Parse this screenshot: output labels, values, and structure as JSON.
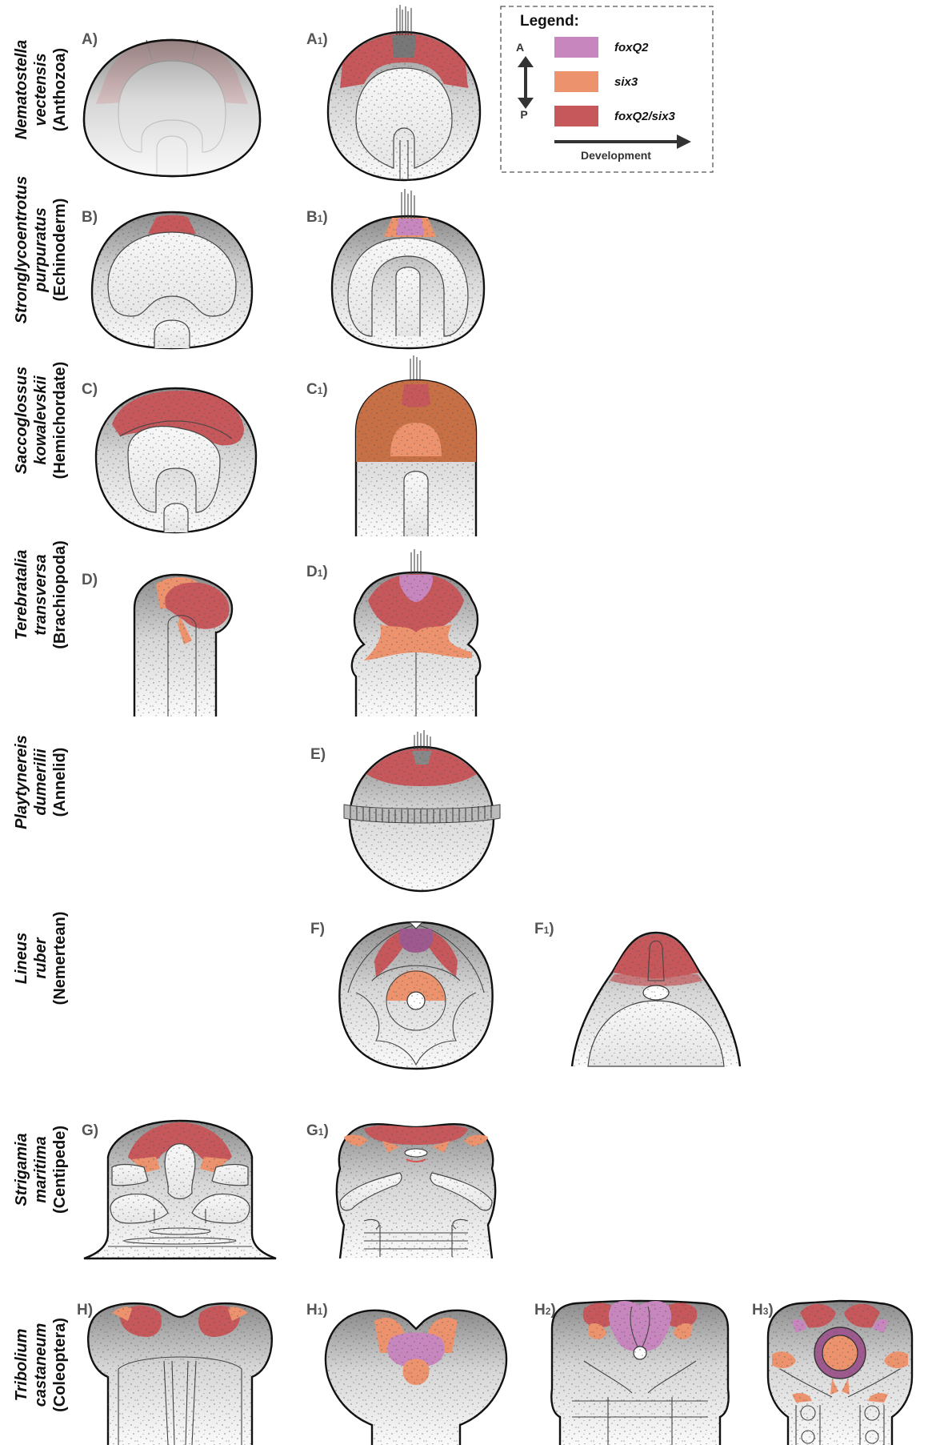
{
  "legend": {
    "title": "Legend:",
    "axis_anterior": "A",
    "axis_posterior": "P",
    "development": "Development",
    "entries": [
      {
        "label": "foxQ2",
        "color": "#c886bf"
      },
      {
        "label": "six3",
        "color": "#ec936d"
      },
      {
        "label": "foxQ2/six3",
        "color": "#c6575a"
      }
    ]
  },
  "rows": [
    {
      "species": [
        "Nematostella",
        "vectensis"
      ],
      "group": "(Anthozoa)",
      "panels": [
        {
          "letter": "A",
          "sub": ""
        },
        {
          "letter": "A",
          "sub": "1"
        }
      ]
    },
    {
      "species": [
        "Stronglycoentrotus",
        "purpuratus"
      ],
      "group": "(Echinoderm)",
      "panels": [
        {
          "letter": "B",
          "sub": ""
        },
        {
          "letter": "B",
          "sub": "1"
        }
      ]
    },
    {
      "species": [
        "Saccoglossus",
        "kowalevskii"
      ],
      "group": "(Hemichordate)",
      "panels": [
        {
          "letter": "C",
          "sub": ""
        },
        {
          "letter": "C",
          "sub": "1"
        }
      ]
    },
    {
      "species": [
        "Terebratalia",
        "transversa"
      ],
      "group": "(Brachiopoda)",
      "panels": [
        {
          "letter": "D",
          "sub": ""
        },
        {
          "letter": "D",
          "sub": "1"
        }
      ]
    },
    {
      "species": [
        "Playtynereis",
        "dumerilii"
      ],
      "group": "(Annelid)",
      "panels": [
        {
          "letter": "E",
          "sub": ""
        }
      ]
    },
    {
      "species": [
        "Lineus",
        "ruber"
      ],
      "group": "(Nemertean)",
      "panels": [
        {
          "letter": "F",
          "sub": ""
        },
        {
          "letter": "F",
          "sub": "1"
        }
      ]
    },
    {
      "species": [
        "Strigamia",
        "maritima"
      ],
      "group": "(Centipede)",
      "panels": [
        {
          "letter": "G",
          "sub": ""
        },
        {
          "letter": "G",
          "sub": "1"
        }
      ]
    },
    {
      "species": [
        "Tribolium",
        "castaneum"
      ],
      "group": "(Coleoptera)",
      "panels": [
        {
          "letter": "H",
          "sub": ""
        },
        {
          "letter": "H",
          "sub": "1"
        },
        {
          "letter": "H",
          "sub": "2"
        },
        {
          "letter": "H",
          "sub": "3"
        }
      ]
    }
  ]
}
